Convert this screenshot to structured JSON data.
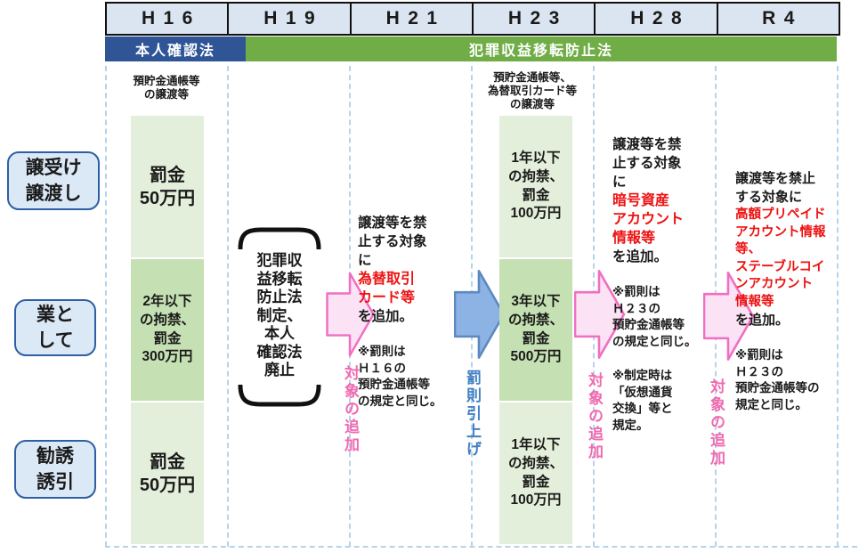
{
  "header": {
    "eras": [
      "H16",
      "H19",
      "H21",
      "H23",
      "H28",
      "R4"
    ],
    "law_old": "本人確認法",
    "law_new": "犯罪収益移転防止法"
  },
  "row_labels": [
    {
      "label": "譲受け\n譲渡し"
    },
    {
      "label": "業と\nして"
    },
    {
      "label": "勧誘\n誘引"
    }
  ],
  "h16": {
    "column_header": "預貯金通帳等\nの譲渡等",
    "boxes": [
      {
        "text": "罰金\n50万円"
      },
      {
        "text": "2年以下\nの拘禁、\n罰金\n300万円"
      },
      {
        "text": "罰金\n50万円"
      }
    ]
  },
  "h19": {
    "bracket_text": "犯罪収\n益移転\n防止法\n制定、\n本人\n確認法\n廃止"
  },
  "h21": {
    "intro": "譲渡等を禁\n止する対象\nに",
    "added": "為替取引\nカード等",
    "outro": "を追加。",
    "note": "※罰則は\nＨ１６の\n預貯金通帳等\nの規定と同じ。"
  },
  "h23": {
    "column_header": "預貯金通帳等、\n為替取引カード等\nの譲渡等",
    "boxes": [
      {
        "text": "1年以下\nの拘禁、\n罰金\n100万円"
      },
      {
        "text": "3年以下\nの拘禁、\n罰金\n500万円"
      },
      {
        "text": "1年以下\nの拘禁、\n罰金\n100万円"
      }
    ]
  },
  "h28": {
    "intro": "譲渡等を禁\n止する対象\nに",
    "added": "暗号資産\nアカウント\n情報等",
    "outro": "を追加。",
    "note1": "※罰則は\nＨ２３の\n預貯金通帳等\nの規定と同じ。",
    "note2": "※制定時は\n「仮想通貨\n交換」等と\n規定。"
  },
  "r4": {
    "intro": "譲渡等を禁止\nする対象に",
    "added": "高額プリペイド\nアカウント情報\n等、\nステーブルコイ\nンアカウント\n情報等",
    "outro": "を追加。",
    "note": "※罰則は\nＨ２３の\n預貯金通帳等の\n規定と同じ。"
  },
  "arrows": [
    {
      "type": "pink",
      "label": "対象の追加"
    },
    {
      "type": "blue",
      "label": "罰則引上げ"
    },
    {
      "type": "pink",
      "label": "対象の追加"
    },
    {
      "type": "pink",
      "label": "対象の追加"
    }
  ],
  "colors": {
    "band_blue": "#2f5597",
    "band_green": "#70ad47",
    "box_light_green": "#e3efda",
    "box_dark_green": "#c5e0b3",
    "table_fill": "#dbe5f1",
    "label_fill": "#dbe8f6",
    "label_border": "#2e5fa3",
    "dashed_guide": "#b7d3ea",
    "arrow_pink_fill": "#fbe2f4",
    "arrow_pink_stroke": "#f06fc2",
    "arrow_blue_fill": "#8cb3e3",
    "arrow_blue_stroke": "#5b8ac0",
    "added_red": "#ee1111",
    "caption_pink": "#f06ab0",
    "caption_blue": "#4080c4"
  }
}
